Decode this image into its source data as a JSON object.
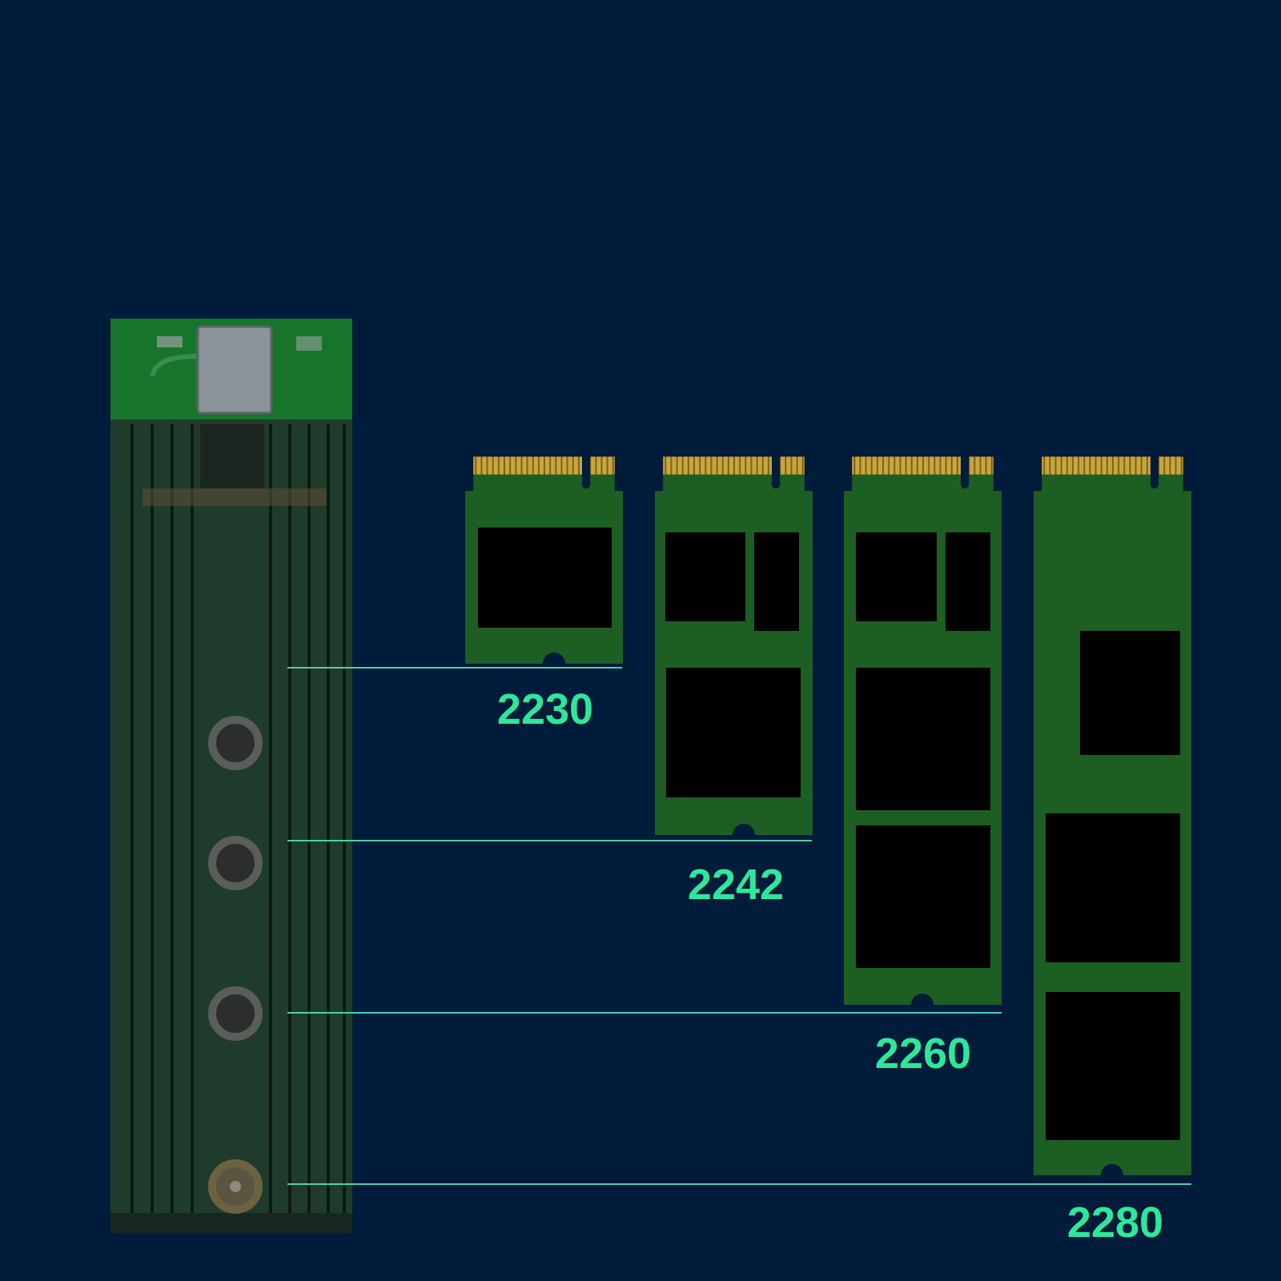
{
  "colors": {
    "background": "#011b3b",
    "board_green": "#1d5e22",
    "gold_contacts": "#c9a63c",
    "chip": "#000000",
    "accent": "#2ee89a",
    "guide_line": "#4fd0a8"
  },
  "sizes": [
    {
      "label": "2230"
    },
    {
      "label": "2242"
    },
    {
      "label": "2260"
    },
    {
      "label": "2280"
    }
  ]
}
